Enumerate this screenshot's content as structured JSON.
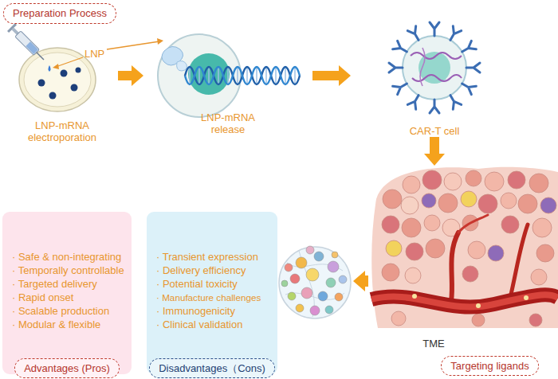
{
  "diagram": {
    "nodes": [
      {
        "text": [
          "Preparation Process"
        ]
      },
      {
        "text": [
          "LNP-mRNA electroporation"
        ]
      },
      {
        "text": [
          "LNP-mRNA release"
        ]
      },
      {
        "text": [
          "CAR-T cell"
        ]
      },
      {
        "text": [
          "· Safe & non-integrating",
          "· Temporally controllable",
          "· Targeted delivery",
          "· Rapid onset",
          "· Scalable production",
          "· Modular & flexible"
        ]
      },
      {
        "text": [
          "Advantages (Pros)"
        ],
        "in": 4
      },
      {
        "text": [
          "· Transient expression",
          "· Delivery efficiency",
          "· Potential toxicity",
          "· Manufacture challenges",
          "· Immunogenicity",
          "· Clinical validation"
        ]
      },
      {
        "text": [
          "Disadvantages（Cons)"
        ],
        "in": 6
      },
      {
        "text": [
          "TME"
        ]
      },
      {
        "text": [
          "Targeting ligands"
        ]
      }
    ],
    "edges": [
      {
        "from": 1,
        "to": 2,
        "arrow": "to"
      },
      {
        "from": 2,
        "to": 3,
        "arrow": "to"
      },
      {
        "from": 3,
        "to": 8,
        "arrow": "to"
      }
    ],
    "labels": [
      "LNP"
    ]
  }
}
